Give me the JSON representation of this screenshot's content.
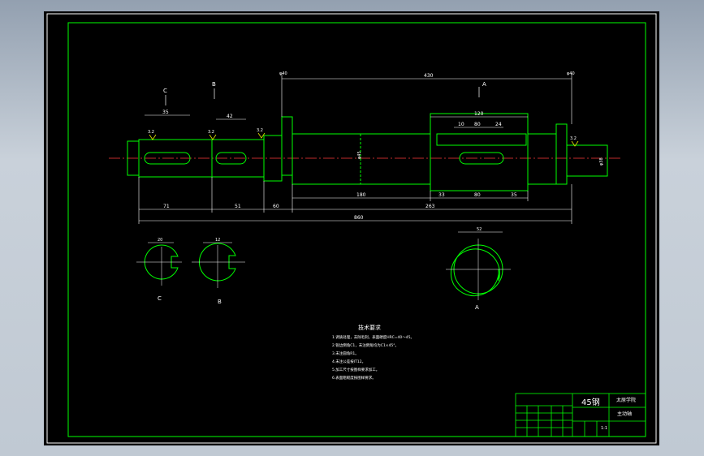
{
  "drawing": {
    "title_block": {
      "material": "45钢",
      "school": "太原学院",
      "part_name": "主动轴",
      "scale": "1:1"
    },
    "tech_req": {
      "heading": "技术要求",
      "lines": [
        "1.调质处理，去除毛刺，表面硬度HRC=40～45。",
        "2.锐边倒角C1，未注倒角均为C1×45°。",
        "3.未注圆角R1。",
        "4.未注公差按IT12。",
        "5.加工尺寸按图样要求加工。",
        "6.表面粗糙度按图样要求。"
      ]
    },
    "section_labels": {
      "c": "C",
      "b": "B",
      "a": "A"
    },
    "view_labels": {
      "c": "C",
      "b": "B",
      "a": "A"
    },
    "dimensions": {
      "top_overall": "430",
      "bearing_seat_left": "φ40",
      "bearing_seat_right": "φ40",
      "hub_width": "120",
      "key_len_c": "35",
      "key_len_b": "42",
      "key_a_a": "10",
      "key_a_b": "80",
      "key_a_c": "24",
      "seg_1": "71",
      "seg_2": "51",
      "seg_3": "60",
      "seg_4": "180",
      "seg_5": "33",
      "seg_6": "80",
      "seg_7": "35",
      "total_bottom": "860",
      "mid_len": "263",
      "dia_main": "φ45",
      "dia_right": "φ38",
      "rough_1": "3.2",
      "rough_2": "3.2",
      "rough_3": "3.2",
      "rough_4": "3.2",
      "sec_c_width": "20",
      "sec_b_width": "12",
      "sec_a_width": "52"
    }
  }
}
